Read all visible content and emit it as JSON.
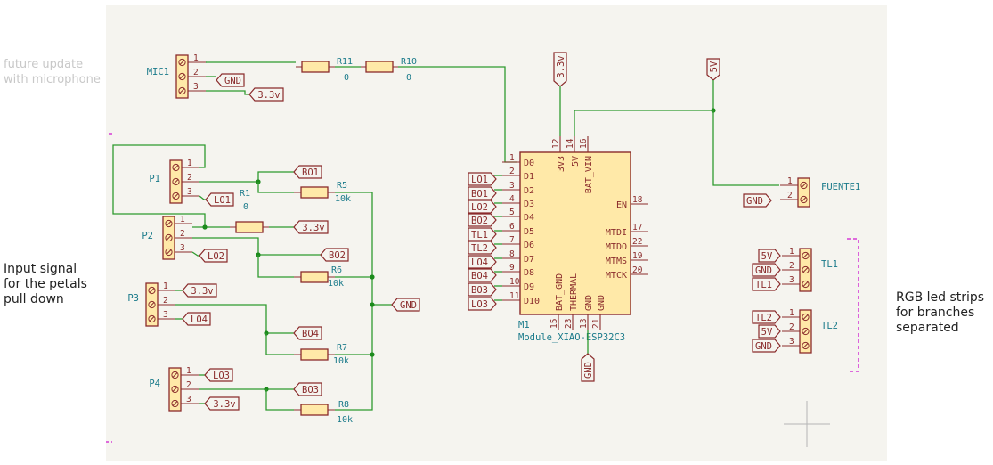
{
  "notes": {
    "future": "future update\nwith microphone",
    "input": "Input signal\nfor the petals\npull down",
    "rgb": "RGB led strips\nfor branches\nseparated"
  },
  "colors": {
    "sheet": "#f5f4ef",
    "wire": "#2e9a2e",
    "junction": "#1c8a1c",
    "symbol_outline": "#8a2b2b",
    "symbol_fill": "#ffe9a8",
    "ref_text": "#1a7a8a",
    "pin_text": "#8a2b2b",
    "bracket": "#d63dd6"
  },
  "module": {
    "ref": "M1",
    "value": "Module_XIAO-ESP32C3",
    "top_pin_numbers": [
      "12",
      "14",
      "16"
    ],
    "top_pin_names": [
      "3V3",
      "5V",
      "BAT_VIN"
    ],
    "left_pin_numbers": [
      "1",
      "2",
      "3",
      "4",
      "5",
      "6",
      "7",
      "8",
      "9",
      "10",
      "11"
    ],
    "left_pin_names": [
      "D0",
      "D1",
      "D2",
      "D3",
      "D4",
      "D5",
      "D6",
      "D7",
      "D8",
      "D9",
      "D10"
    ],
    "right_pin_numbers": [
      "18",
      "17",
      "22",
      "19",
      "20"
    ],
    "right_pin_names": [
      "EN",
      "MTDI",
      "MTDO",
      "MTMS",
      "MTCK"
    ],
    "bottom_pin_numbers": [
      "15",
      "23",
      "13",
      "21"
    ],
    "bottom_pin_names": [
      "BAT_GND",
      "THERMAL",
      "GND",
      "GND"
    ]
  },
  "module_labels": [
    "LO1",
    "BO1",
    "LO2",
    "BO2",
    "TL1",
    "TL2",
    "LO4",
    "BO4",
    "BO3",
    "LO3"
  ],
  "power_labels": {
    "v33": "3.3v",
    "v5": "5V",
    "gnd": "GND"
  },
  "connectors": {
    "mic": {
      "ref": "MIC1",
      "pins": [
        "1",
        "2",
        "3"
      ],
      "labels": [
        "GND",
        "3.3v"
      ]
    },
    "p1": {
      "ref": "P1",
      "pins": [
        "1",
        "2",
        "3"
      ],
      "labels": [
        "BO1",
        "LO1"
      ]
    },
    "p2": {
      "ref": "P2",
      "pins": [
        "1",
        "2",
        "3"
      ],
      "labels": [
        "3.3v",
        "BO2",
        "LO2"
      ]
    },
    "p3": {
      "ref": "P3",
      "pins": [
        "1",
        "2",
        "3"
      ],
      "labels": [
        "3.3v",
        "LO4",
        "BO4"
      ]
    },
    "p4": {
      "ref": "P4",
      "pins": [
        "1",
        "2",
        "3"
      ],
      "labels": [
        "LO3",
        "BO3",
        "3.3v"
      ]
    },
    "fuente": {
      "ref": "FUENTE1",
      "pins": [
        "1",
        "2"
      ],
      "labels": [
        "GND"
      ]
    },
    "tl1": {
      "ref": "TL1",
      "pins": [
        "1",
        "2",
        "3"
      ],
      "labels": [
        "5V",
        "GND",
        "TL1"
      ]
    },
    "tl2": {
      "ref": "TL2",
      "pins": [
        "1",
        "2",
        "3"
      ],
      "labels": [
        "TL2",
        "5V",
        "GND"
      ]
    }
  },
  "resistors": {
    "r11": {
      "ref": "R11",
      "value": "0"
    },
    "r10": {
      "ref": "R10",
      "value": "0"
    },
    "r1": {
      "ref": "R1",
      "value": "0"
    },
    "r5": {
      "ref": "R5",
      "value": "10k"
    },
    "r6": {
      "ref": "R6",
      "value": "10k"
    },
    "r7": {
      "ref": "R7",
      "value": "10k"
    },
    "r8": {
      "ref": "R8",
      "value": "10k"
    }
  },
  "gnd_bus_label": "GND"
}
